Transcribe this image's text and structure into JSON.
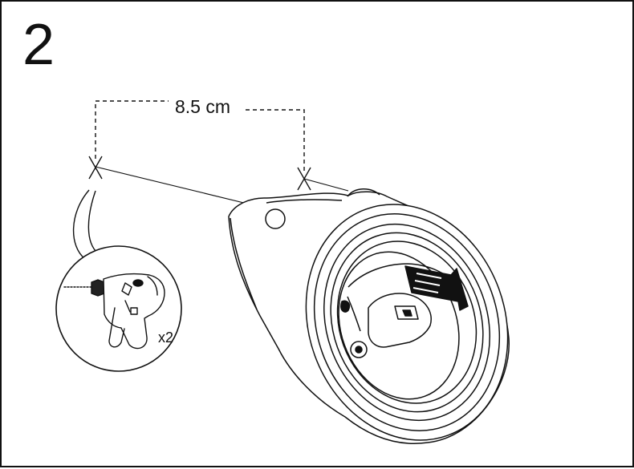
{
  "step": {
    "number": "2"
  },
  "measurement": {
    "label": "8.5 cm"
  },
  "drill_callout": {
    "quantity": "x2",
    "icon": "drill-icon"
  },
  "lamp": {
    "icon": "spotlight-lamp-icon"
  },
  "colors": {
    "line": "#111111",
    "background": "#ffffff"
  }
}
